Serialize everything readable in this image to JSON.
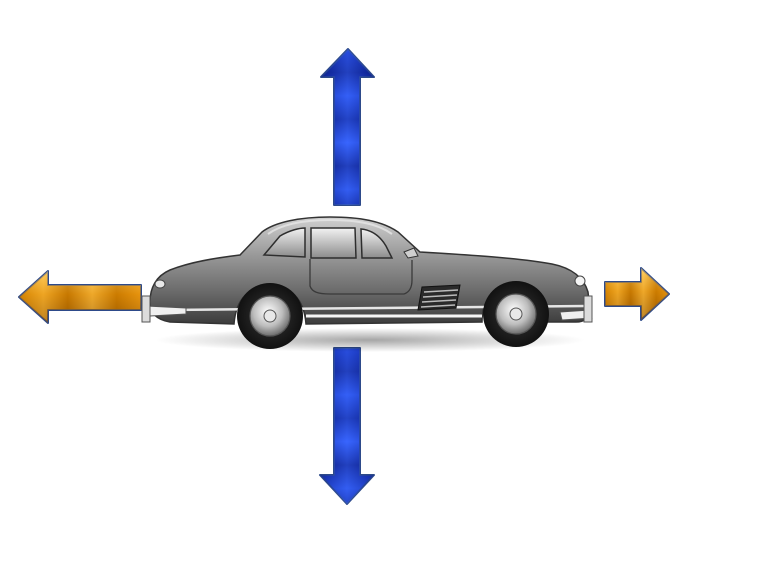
{
  "diagram": {
    "subject": "car-side-view-icon",
    "arrows": [
      {
        "direction": "up",
        "color": "blue",
        "relative_size": "large"
      },
      {
        "direction": "down",
        "color": "blue",
        "relative_size": "large"
      },
      {
        "direction": "left",
        "color": "orange",
        "relative_size": "large"
      },
      {
        "direction": "right",
        "color": "orange",
        "relative_size": "small"
      }
    ]
  },
  "colors": {
    "background": "#ffffff",
    "blue_arrow_dark": "#0a1f8f",
    "blue_arrow_light": "#3f6cff",
    "orange_arrow_dark": "#b26a00",
    "orange_arrow_light": "#ffc54d",
    "arrow_outline": "#2d4a8a",
    "car_body_dark": "#4a4a4a",
    "car_body_light": "#b9b9b9",
    "car_chrome": "#e6e6e6"
  }
}
